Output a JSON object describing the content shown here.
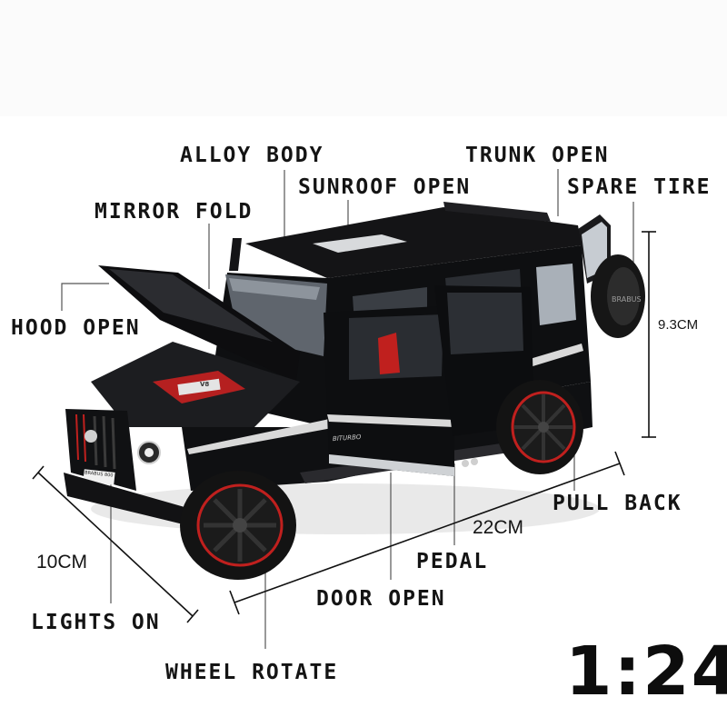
{
  "features": {
    "alloy_body": "ALLOY BODY",
    "trunk_open": "TRUNK OPEN",
    "sunroof_open": "SUNROOF OPEN",
    "spare_tire": "SPARE TIRE",
    "mirror_fold": "MIRROR FOLD",
    "hood_open": "HOOD OPEN",
    "pull_back": "PULL BACK",
    "pedal": "PEDAL",
    "door_open": "DOOR OPEN",
    "lights_on": "LIGHTS ON",
    "wheel_rotate": "WHEEL ROTATE"
  },
  "dimensions": {
    "height": "9.3CM",
    "length": "22CM",
    "width": "10CM"
  },
  "scale": "1:24",
  "car": {
    "body_color": "#101113",
    "accent_color": "#c0201e",
    "stripe_color": "#d9d9d9",
    "plate_text": "BRABUS 800",
    "side_badge": "BITURBO",
    "engine_badge": "V8"
  }
}
